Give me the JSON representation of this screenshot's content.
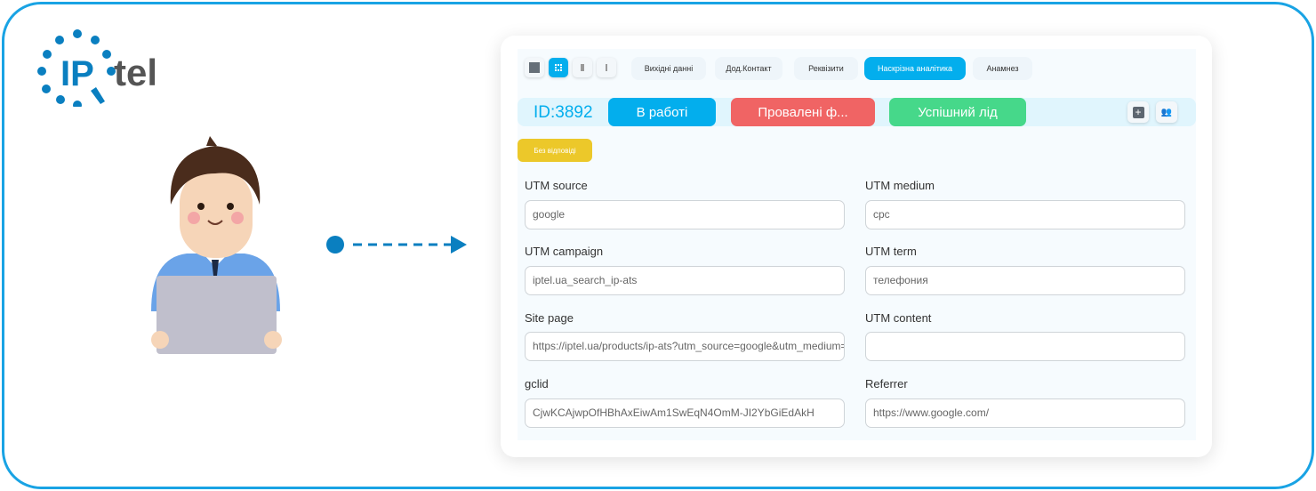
{
  "brand": {
    "logo_text": "IP tel",
    "accent": "#03aeed"
  },
  "tabs": [
    {
      "label": "Вихідні данні"
    },
    {
      "label": "Дод.Контакт"
    },
    {
      "label": "Реквізити"
    },
    {
      "label": "Наскрізна аналітика",
      "active": true
    },
    {
      "label": "Анамнез"
    }
  ],
  "status_bar": {
    "id": "ID:3892",
    "buttons": [
      {
        "label": "В работі",
        "color": "#03aeed"
      },
      {
        "label": "Провалені ф...",
        "color": "#f06464"
      },
      {
        "label": "Успішний лід",
        "color": "#46d88a"
      }
    ]
  },
  "tag": {
    "label": "Без відповіді"
  },
  "fields": [
    {
      "label": "UTM source",
      "value": "google"
    },
    {
      "label": "UTM medium",
      "value": "cpc"
    },
    {
      "label": "UTM campaign",
      "value": "iptel.ua_search_ip-ats"
    },
    {
      "label": "UTM term",
      "value": "телефония"
    },
    {
      "label": "Site page",
      "value": "https://iptel.ua/products/ip-ats?utm_source=google&utm_medium=cpc"
    },
    {
      "label": "UTM content",
      "value": ""
    },
    {
      "label": "gclid",
      "value": "CjwKCAjwpOfHBhAxEiwAm1SwEqN4OmM-JI2YbGiEdAkH"
    },
    {
      "label": "Referrer",
      "value": "https://www.google.com/"
    }
  ]
}
